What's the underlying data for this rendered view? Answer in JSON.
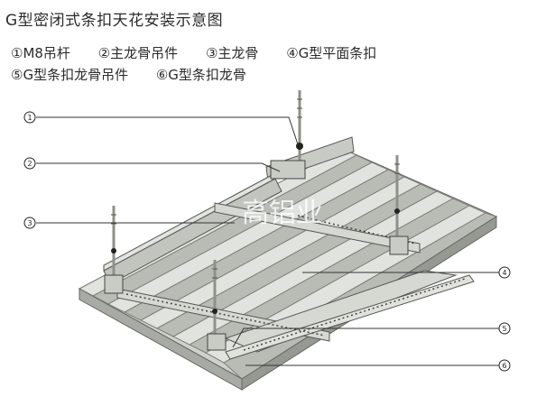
{
  "title": "G型密闭式条扣天花安装示意图",
  "legend": [
    "①M8吊杆",
    "②主龙骨吊件",
    "③主龙骨",
    "④G型平面条扣",
    "⑤G型条扣龙骨吊件",
    "⑥G型条扣龙骨"
  ],
  "callouts": [
    "1",
    "2",
    "3",
    "4",
    "5",
    "6"
  ],
  "watermark": "高铝业",
  "colors": {
    "panel_light": "#d9dcd6",
    "panel_mid": "#bfc3bc",
    "panel_dark": "#9ea39b",
    "edge": "#555555",
    "rod": "#a9aaa4",
    "leader": "#333333"
  }
}
